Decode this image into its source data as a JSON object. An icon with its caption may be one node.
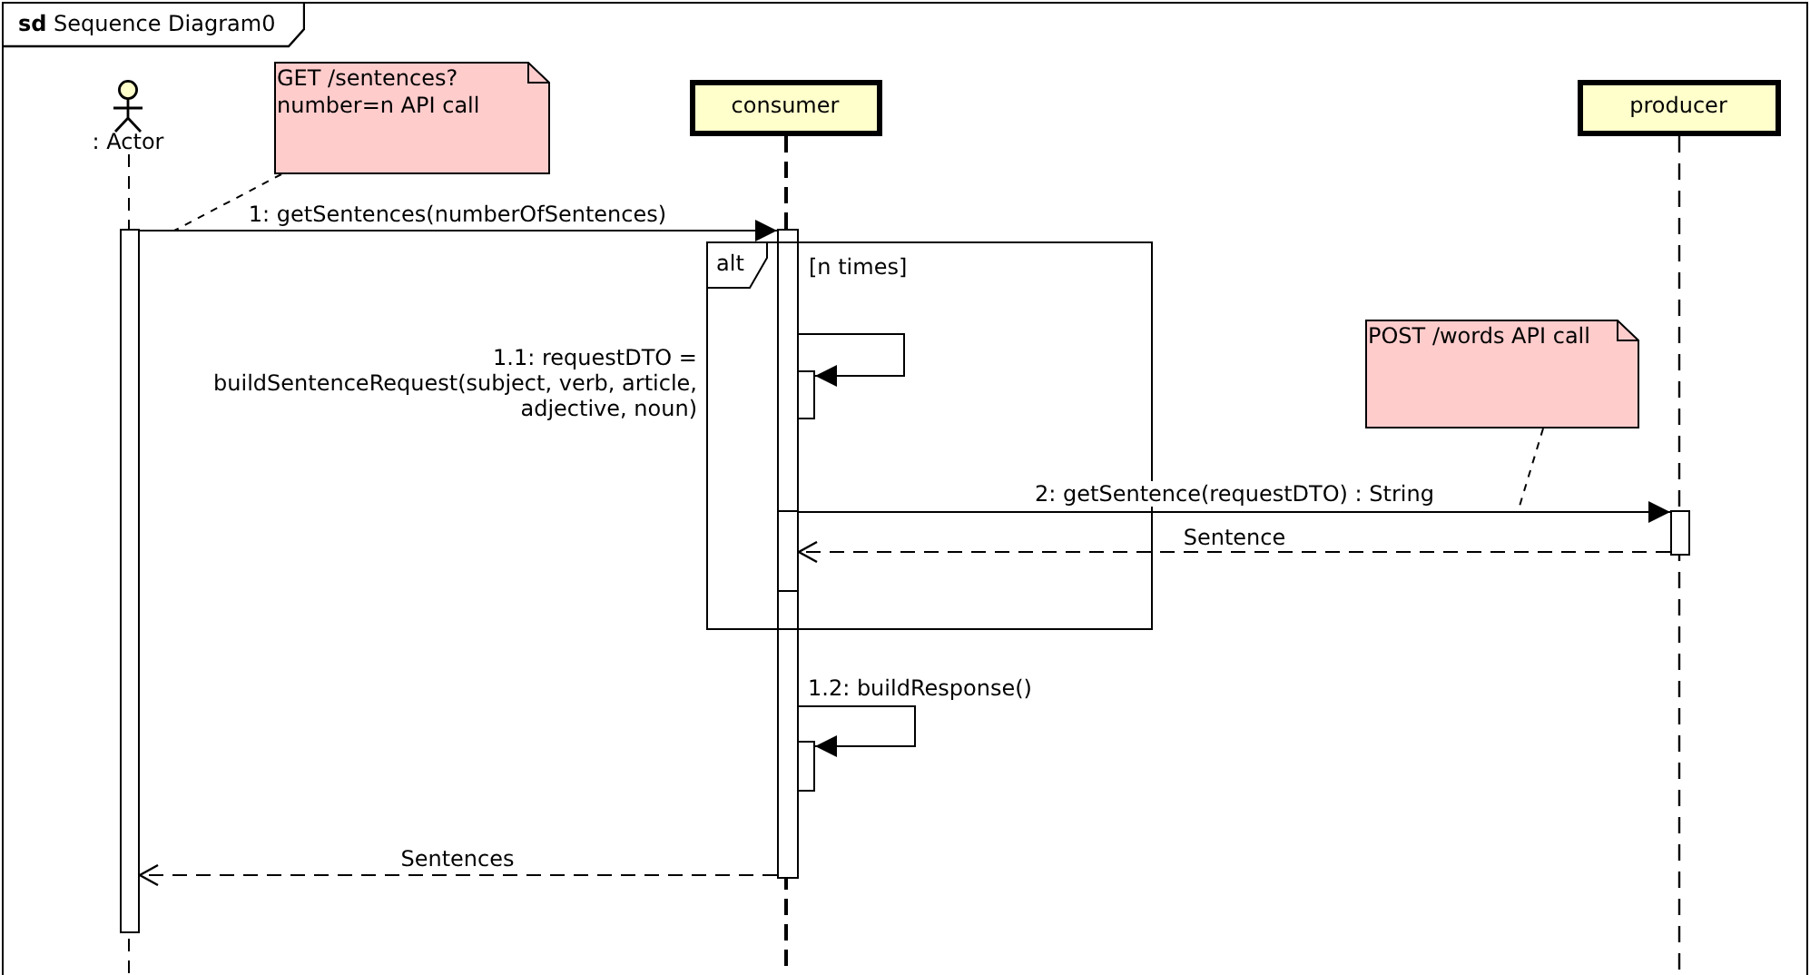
{
  "diagram": {
    "nodes": [
      {
        "text": [
          "**sd** Sequence Diagram0"
        ]
      },
      {
        "text": [
          ": Actor"
        ],
        "in": 0
      },
      {
        "text": [
          "GET /sentences? number=n API call"
        ],
        "in": 0
      },
      {
        "text": [
          "consumer"
        ],
        "in": 0
      },
      {
        "text": [
          "producer"
        ],
        "in": 0
      },
      {
        "text": [],
        "shape": "bar",
        "in": 0
      },
      {
        "text": [],
        "shape": "bar",
        "in": 0
      },
      {
        "text": [
          "alt",
          "[n times]"
        ],
        "in": 0
      },
      {
        "text": [],
        "shape": "bar",
        "in": 7
      },
      {
        "text": [
          "POST /words API call"
        ],
        "in": 0
      },
      {
        "text": [],
        "shape": "bar"
      },
      {
        "text": [],
        "shape": "bar",
        "in": 0
      },
      {
        "text": [],
        "shape": "bar",
        "in": 0
      }
    ],
    "edges": [
      {
        "from": 5,
        "to": 6,
        "arrow": "to",
        "label": "1: getSentences(numberOfSentences)"
      },
      {
        "from": 6,
        "to": 8,
        "arrow": "to",
        "label": "1.1: requestDTO = buildSentenceRequest(subject, verb, article, adjective, noun)"
      },
      {
        "from": 10,
        "to": 11,
        "arrow": "to",
        "label": "2: getSentence(requestDTO) : String"
      },
      {
        "from": 11,
        "to": 10,
        "arrow": "to",
        "label": "Sentence",
        "style": "dashed"
      },
      {
        "from": 6,
        "to": 12,
        "arrow": "to",
        "label": "1.2: buildResponse()"
      },
      {
        "from": 6,
        "to": 5,
        "arrow": "to",
        "label": "Sentences",
        "style": "dashed"
      },
      {
        "from": 2,
        "to": null,
        "arrow": "none",
        "style": "dashed"
      },
      {
        "from": 9,
        "to": null,
        "arrow": "none",
        "style": "dashed"
      }
    ]
  }
}
